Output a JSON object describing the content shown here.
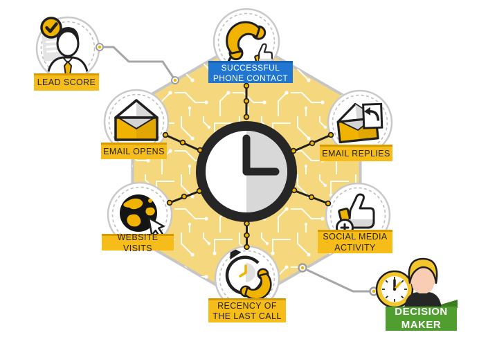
{
  "diagram_title": "Lead scoring signals around time (clock) hexagon infographic",
  "colors": {
    "hexagon_fill": "#F5D77E",
    "hexagon_border": "#C6C6C6",
    "circuit_trace": "#FFFFFF",
    "label_yellow": "#F5BC1A",
    "label_yellow_edge": "#D79B00",
    "label_blue": "#2176D2",
    "label_green": "#4F9E2F",
    "label_green_flap": "#3C7E1E",
    "icon_yellow": "#F0B400",
    "ink_black": "#1F1F1F",
    "clock_face_shade": "#D8D8D8",
    "connector_gray": "#A6A6A6"
  },
  "center": {
    "icon": "clock-icon"
  },
  "nodes": [
    {
      "id": "lead-score",
      "label": "LEAD SCORE",
      "label_style": "yellow",
      "icon": "person-check-icon"
    },
    {
      "id": "successful-phone-contact",
      "label_lines": [
        "SUCCESSFUL",
        "PHONE CONTACT"
      ],
      "label_style": "blue",
      "icon": "phone-thumbs-up-icon"
    },
    {
      "id": "email-opens",
      "label": "EMAIL OPENS",
      "label_style": "yellow",
      "icon": "open-envelope-icon"
    },
    {
      "id": "email-replies",
      "label": "EMAIL REPLIES",
      "label_style": "yellow",
      "icon": "envelope-reply-icon"
    },
    {
      "id": "website-visits",
      "label": "WEBSITE VISITS",
      "label_style": "yellow",
      "icon": "globe-cursor-icon"
    },
    {
      "id": "social-media-activity",
      "label_lines": [
        "SOCIAL MEDIA",
        "ACTIVITY"
      ],
      "label_style": "yellow",
      "icon": "thumbs-up-plus-icon"
    },
    {
      "id": "recency-of-the-last-call",
      "label_lines": [
        "RECENCY OF",
        "THE LAST CALL"
      ],
      "label_style": "yellow",
      "icon": "phone-history-icon"
    },
    {
      "id": "decision-maker",
      "label_lines": [
        "DECISION",
        "MAKER"
      ],
      "label_style": "green",
      "icon": "person-clock-icon"
    }
  ]
}
